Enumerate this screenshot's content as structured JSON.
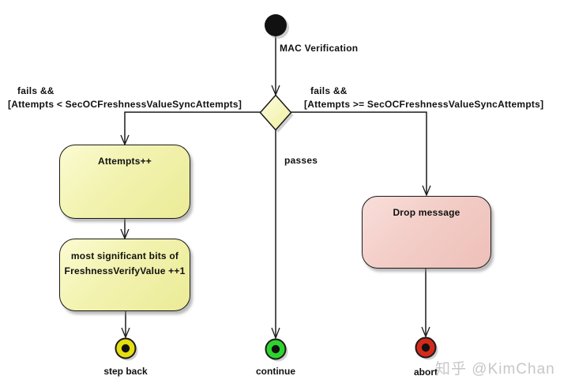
{
  "diagram": {
    "type": "uml-activity-diagram",
    "watermark": "知乎 @KimChan",
    "edge_labels": {
      "mac_verification": "MAC Verification",
      "passes": "passes",
      "left_guard_line1": "fails &&",
      "left_guard_line2": "[Attempts < SecOCFreshnessValueSyncAttempts]",
      "right_guard_line1": "fails &&",
      "right_guard_line2": "[Attempts >= SecOCFreshnessValueSyncAttempts]"
    },
    "activities": {
      "attempts": {
        "label": "Attempts++"
      },
      "msb": {
        "line1": "most significant bits of",
        "line2": "FreshnessVerifyValue ++1"
      },
      "drop": {
        "label": "Drop message"
      }
    },
    "terminals": {
      "step_back": {
        "label": "step back",
        "color": "#e6de10"
      },
      "continue": {
        "label": "continue",
        "color": "#2ed42e"
      },
      "abort": {
        "label": "abort",
        "color": "#d42a1b"
      }
    },
    "colors": {
      "activity_fill_light": "#fbfbd2",
      "activity_fill": "#ebeb97",
      "decision_fill_light": "#fdfde0",
      "decision_fill": "#efef9f",
      "drop_fill_light": "#f9deda",
      "drop_fill": "#eec0b9",
      "initial_node": "#111111",
      "line": "#1a1a1a",
      "shadow": "#a8a8a8",
      "background": "#ffffff",
      "watermark_text": "#c7c7c7"
    }
  }
}
